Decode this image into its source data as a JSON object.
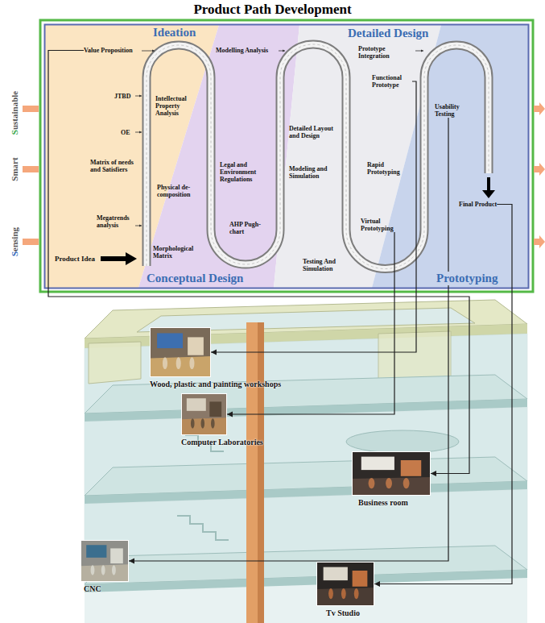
{
  "diagram": {
    "title": "Product Path Development",
    "nodes": [
      {
        "text": [
          "Value Proposition"
        ]
      },
      {
        "text": [
          "JTBD"
        ]
      },
      {
        "text": [
          "OE"
        ]
      },
      {
        "text": [
          "Matrix of needs and Satisfiers"
        ]
      },
      {
        "text": [
          "Megatrends analysis"
        ]
      },
      {
        "text": [
          "Product Idea"
        ]
      },
      {
        "text": [
          "Intellectual Property Analysis"
        ]
      },
      {
        "text": [
          "Physical de-composition"
        ]
      },
      {
        "text": [
          "Morphological Matrix"
        ]
      },
      {
        "text": [
          "Legal and Environment Regulations"
        ]
      },
      {
        "text": [
          "AHP Pugh-chart"
        ]
      },
      {
        "text": [
          "Modelling Analysis"
        ]
      },
      {
        "text": [
          "Detailed Layout and Design"
        ]
      },
      {
        "text": [
          "Modeling and Simulation"
        ]
      },
      {
        "text": [
          "Testing And Simulation"
        ]
      },
      {
        "text": [
          "Prototype Integration"
        ]
      },
      {
        "text": [
          "Functional Prototype"
        ]
      },
      {
        "text": [
          "Rapid Prototyping"
        ]
      },
      {
        "text": [
          "Virtual Prototyping"
        ]
      },
      {
        "text": [
          "Usability Testing"
        ]
      },
      {
        "text": [
          "Final Product"
        ]
      },
      {
        "text": [
          "Wood, plastic and painting workshops"
        ]
      },
      {
        "text": [
          "Computer Laboratories"
        ]
      },
      {
        "text": [
          "Business room"
        ]
      },
      {
        "text": [
          "CNC"
        ]
      },
      {
        "text": [
          "Tv Studio"
        ]
      }
    ],
    "edges": [
      {
        "from": 0,
        "to": 23,
        "arrow": "to"
      },
      {
        "from": 16,
        "to": 21,
        "arrow": "to"
      },
      {
        "from": 18,
        "to": 22,
        "arrow": "to"
      },
      {
        "from": 19,
        "to": 24,
        "arrow": "to"
      },
      {
        "from": 20,
        "to": 25,
        "arrow": "to"
      }
    ],
    "labels": [
      "Ideation",
      "Conceptual Design",
      "Detailed Design",
      "Prototyping",
      "Sustainable",
      "Smart",
      "Sensing"
    ]
  }
}
